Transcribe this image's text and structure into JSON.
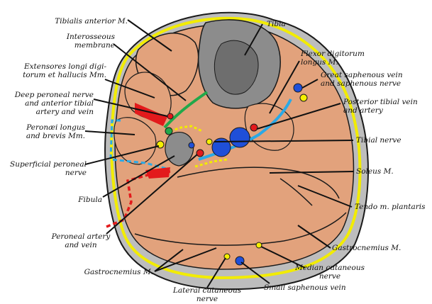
{
  "labels": {
    "tibialis_anterior": "Tibialis anterior M.",
    "tibia": "Tibia",
    "interosseous": "Interosseous\nmembrane",
    "extensores": "Extensores longi digi-\ntorum et hallucis Mm.",
    "flexor_digitorum": "Flexor digitorum\nlongus M.",
    "great_saphenous": "Great saphenous vein\nand saphenous nerve",
    "deep_peroneal": "Deep peroneal nerve\nand anterior tibial\nartery and vein",
    "posterior_tibial": "Posterior tibial vein\nand artery",
    "peronaei": "Peronæi longus\nand brevis Mm.",
    "tibial_nerve": "Tibial nerve",
    "superficial_peroneal": "Superficial peroneal\nnerve",
    "soleus": "Soleus M.",
    "fibula": "Fibula",
    "tendo": "Tendo m. plantaris",
    "peroneal_artery": "Peroneal artery\nand vein",
    "gastrocnemius_right": "Gastrocnemius M.",
    "gastrocnemius_left": "Gastrocnemius M.",
    "median_cutaneous": "Median cutaneous\nnerve",
    "lateral_cutaneous": "Lateral cutaneous\nnerve",
    "small_saphenous": "Small saphenous vein"
  },
  "colors": {
    "skin": "#bdbdbd",
    "muscle": "#e2a27c",
    "bone": "#8c8c8c",
    "marrow": "#6e6e6e",
    "fascia": "#f2ec00",
    "nerve_yellow": "#f5ef00",
    "artery_red": "#e31a1c",
    "vein_blue": "#1f4fd8",
    "membrane_green": "#22a84a",
    "light_blue": "#2aa9e6",
    "outline": "#1a1a1a"
  }
}
